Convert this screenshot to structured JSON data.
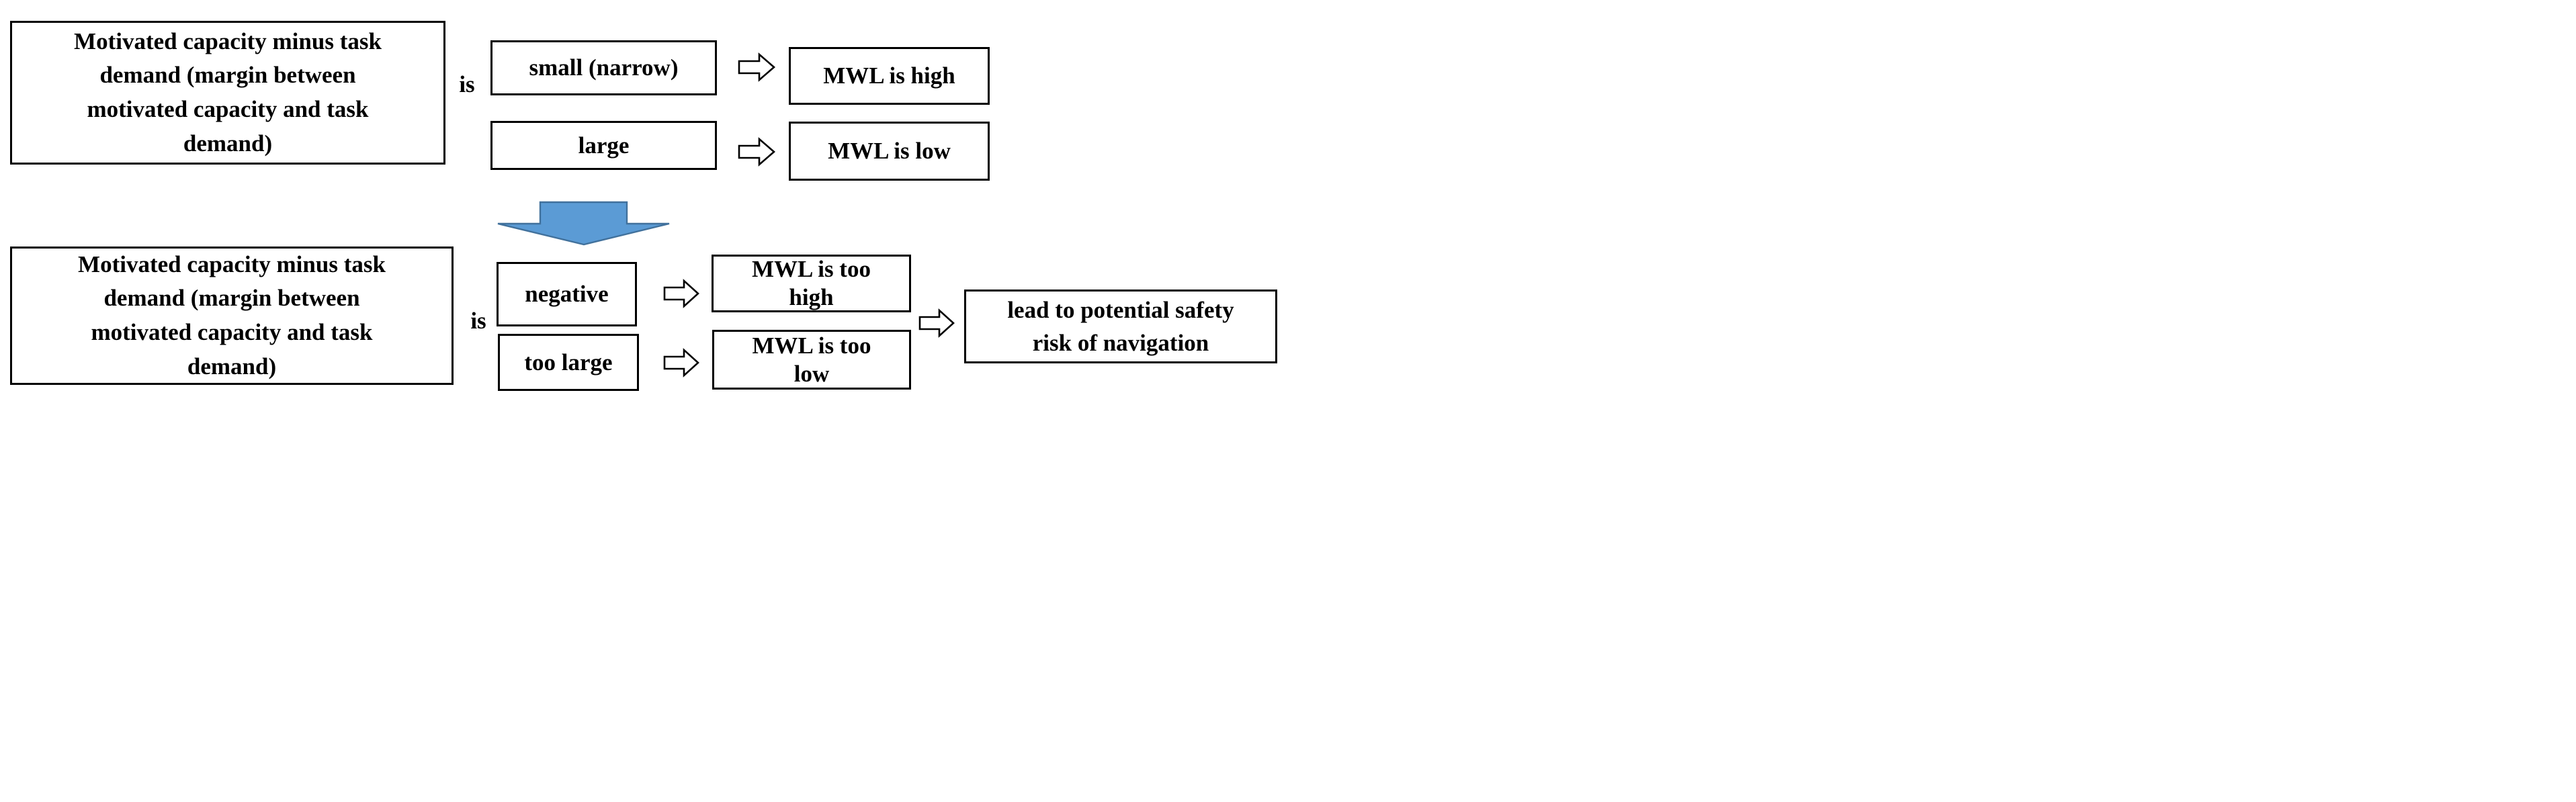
{
  "diagram": {
    "background_color": "#ffffff",
    "box_border_color": "#000000",
    "text_color": "#000000",
    "down_arrow_fill": "#5B9BD5",
    "down_arrow_border": "#41719C",
    "top_flow": {
      "condition": "Motivated capacity minus task\ndemand (margin between\nmotivated capacity and task\ndemand)",
      "connector": "is",
      "cases": [
        {
          "value": "small (narrow)",
          "result": "MWL is high"
        },
        {
          "value": "large",
          "result": "MWL is low"
        }
      ]
    },
    "bottom_flow": {
      "condition": "Motivated capacity minus task\ndemand (margin between\nmotivated capacity and task\ndemand)",
      "connector": "is",
      "cases": [
        {
          "value": "negative",
          "result": "MWL is too\nhigh"
        },
        {
          "value": "too large",
          "result": "MWL is too\nlow"
        }
      ],
      "outcome": "lead to potential safety\nrisk of navigation"
    }
  }
}
